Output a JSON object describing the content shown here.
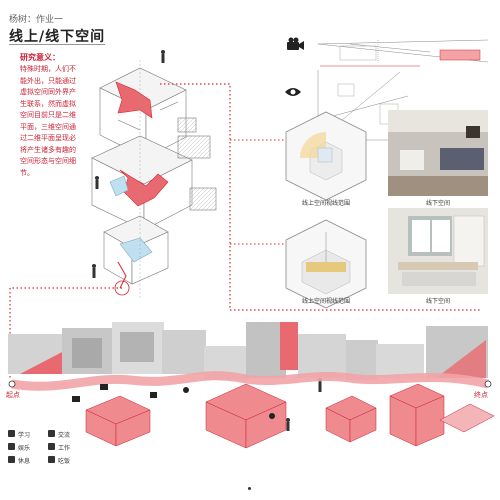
{
  "header": {
    "author": "杨树：作业一",
    "title": "线上/线下空间"
  },
  "research": {
    "heading": "研究意义：",
    "body": "特殊时期，人们不能外出，只能通过虚拟空间同外界产生联系，然而虚拟空间目前只是二维平面，三维空间通过二维平面呈现必将产生诸多有趣的空间形态与空间细节。"
  },
  "captions": {
    "online_view": "线上空间视线范围",
    "offline_space": "线下空间",
    "online_view_2": "线上空间视线范围",
    "offline_space_2": "线下空间"
  },
  "route": {
    "start": "起点",
    "end": "终点"
  },
  "legend": [
    {
      "label": "学习",
      "icon": "book-icon"
    },
    {
      "label": "交流",
      "icon": "chat-icon"
    },
    {
      "label": "娱乐",
      "icon": "game-icon"
    },
    {
      "label": "工作",
      "icon": "work-icon"
    },
    {
      "label": "休息",
      "icon": "rest-icon"
    },
    {
      "label": "吃饭",
      "icon": "dining-icon"
    }
  ],
  "colors": {
    "accent": "#d9262f",
    "accent_light": "#f2a3a6",
    "accent_fill": "#e86a70",
    "line": "#666666",
    "photo_gray": "#bfbfbf"
  }
}
